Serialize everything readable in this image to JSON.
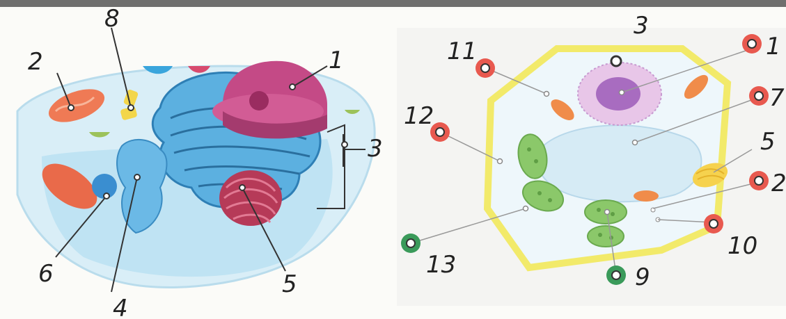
{
  "left_diagram": {
    "labels": [
      "1",
      "2",
      "3",
      "4",
      "5",
      "6",
      "8"
    ]
  },
  "right_diagram": {
    "labels": [
      "1",
      "2",
      "3",
      "5",
      "7",
      "9",
      "10",
      "11",
      "12",
      "13"
    ]
  },
  "colors": {
    "marker_red": "#e8594f",
    "marker_green": "#3a9a5a",
    "nucleus": "#c44a86",
    "mitochondria": "#ef7a55",
    "er": "#4aa2d9",
    "golgi": "#b63a58",
    "plant_wall": "#f2ea6a",
    "chloroplast": "#8bc86a"
  }
}
